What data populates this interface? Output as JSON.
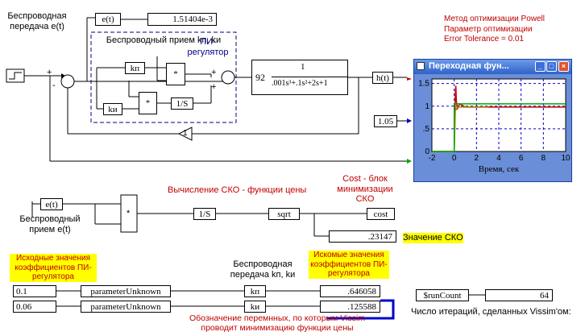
{
  "labels": {
    "wireless_tx": "Беспроводная передача e(t)",
    "wireless_rx_pi": "Беспроводный прием kп, kи",
    "pi_regulator": "ПИ- регулятор",
    "optimization_method": "Метод оптимизации Powell",
    "optimization_param": "Параметр оптимизации",
    "error_tolerance": "Error Tolerance = 0.01",
    "rmse_calc": "Вычисление СКО - функции цены",
    "cost_block_desc": "Cost - блок минимизации СКО",
    "wireless_rx_e": "Беспроводный прием e(t)",
    "rmse_value_label": "Значение СКО",
    "initial_values": "Исходные значения коэффициентов ПИ-регулятора",
    "target_values": "Искомые значения коэффициентов ПИ-регулятора",
    "wireless_tx_k": "Беспроводная передача kп, kи",
    "notation": "Обозначение перемнных, по которым Vissim проводит минимизацию функции цены",
    "iterations": "Число итераций, сделанных Vissim'ом:"
  },
  "blocks": {
    "e_t": "e(t)",
    "e_t_value": "1.51404e-3",
    "kp": "kп",
    "ki": "kи",
    "mult": "*",
    "integrator": "1/S",
    "tf_gain": "92",
    "tf_num": "1",
    "tf_den": ".001s³+.1s²+2s+1",
    "h_t": "h(t)",
    "setpoint_value": "1.05",
    "gain_one": "1",
    "sqrt": "sqrt",
    "cost": "cost",
    "rmse_value": ".23147",
    "param_unknown": "parameterUnknown",
    "init_kp": "0.1",
    "init_ki": "0.06",
    "result_kp": ".646058",
    "result_ki": ".125588",
    "run_count_label": "$runCount",
    "run_count_value": "64",
    "plus": "+",
    "minus": "-"
  },
  "plot": {
    "title": "Переходная фун...",
    "xlabel": "Время, сек",
    "x_ticks": [
      "-2",
      "0",
      "2",
      "4",
      "6",
      "8",
      "10"
    ],
    "y_ticks": [
      "1.5",
      "1",
      ".5",
      "0"
    ]
  },
  "chart_data": {
    "type": "line",
    "title": "Переходная фун...",
    "xlabel": "Время, сек",
    "ylabel": "",
    "xlim": [
      -2,
      10
    ],
    "ylim": [
      0,
      1.6
    ],
    "series": [
      {
        "x": [
          -2,
          -0.2,
          -0.2,
          0,
          0.05,
          0.1,
          0.15,
          0.2,
          0.3,
          0.5,
          1,
          2,
          3,
          4,
          6,
          8,
          10
        ],
        "y": [
          0,
          0,
          0,
          0,
          0.6,
          1.3,
          1.45,
          1.1,
          0.95,
          1.05,
          0.98,
          0.98,
          0.98,
          0.98,
          0.98,
          0.98,
          0.98
        ],
        "color": "#cc0000"
      },
      {
        "x": [
          -2,
          0,
          0.1,
          0.3,
          1,
          2,
          3
        ],
        "y": [
          0,
          0,
          0.9,
          0.98,
          0.98,
          0.98,
          0.98
        ],
        "color": "#b08000"
      },
      {
        "x": [
          -2,
          0,
          0,
          10
        ],
        "y": [
          0,
          0,
          1.05,
          1.05
        ],
        "color": "#00aa00"
      }
    ],
    "grid": true
  },
  "colors": {
    "red_text": "#c00000",
    "highlight": "#ffff00",
    "plot_bg": "#ffffff",
    "grid": "#0000cc",
    "pi_border": "#000080"
  }
}
